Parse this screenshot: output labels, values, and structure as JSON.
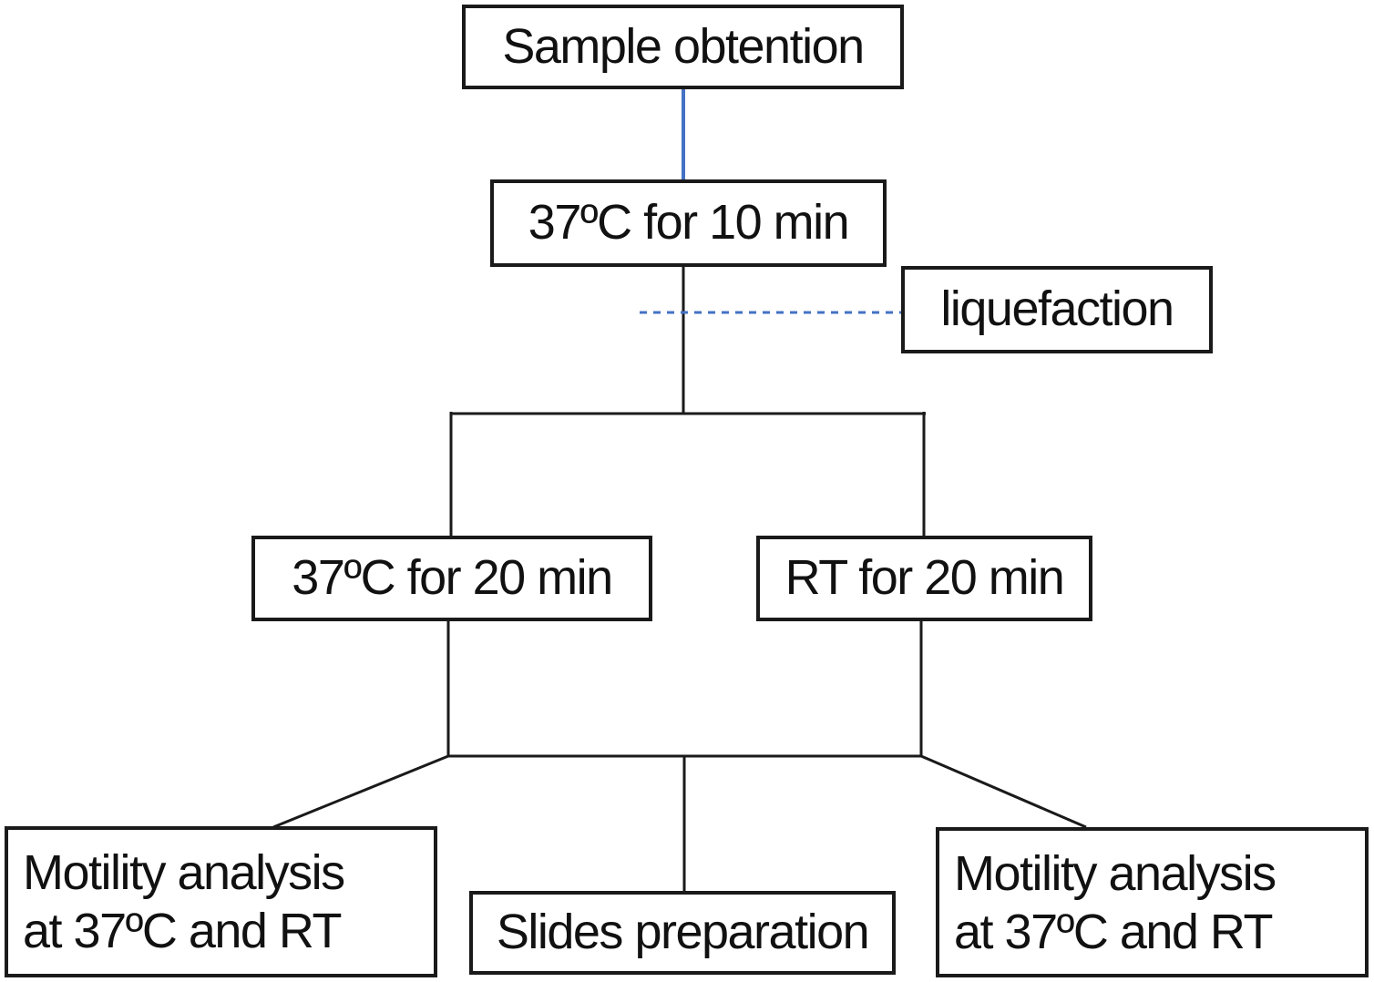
{
  "colors": {
    "accent_blue": "#4472c4",
    "line_black": "#1a1a1a",
    "background": "#ffffff",
    "text": "#111111"
  },
  "nodes": {
    "sample": {
      "label": "Sample obtention"
    },
    "incubate10": {
      "label": "37ºC for 10 min"
    },
    "liquefaction": {
      "label": "liquefaction"
    },
    "incubate20_37": {
      "label": "37ºC for 20 min"
    },
    "incubate20_rt": {
      "label": "RT for 20 min"
    },
    "motility_left": {
      "label": "Motility analysis\nat 37ºC and RT"
    },
    "slides": {
      "label": "Slides preparation"
    },
    "motility_right": {
      "label": "Motility analysis\nat 37ºC and RT"
    }
  }
}
